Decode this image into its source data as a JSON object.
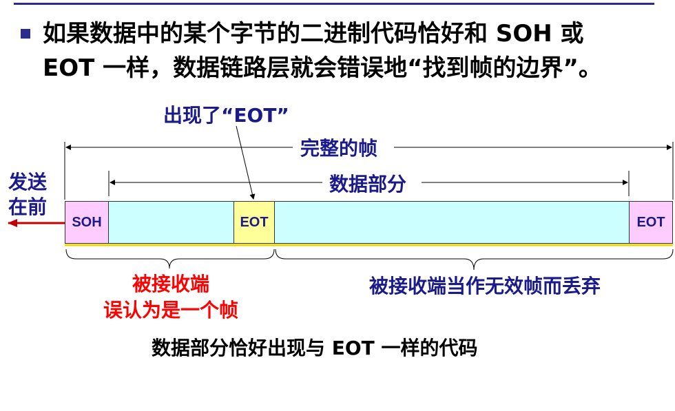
{
  "intro": {
    "line1": "如果数据中的某个字节的二进制代码恰好和 SOH 或",
    "line2": "EOT 一样，数据链路层就会错误地“找到帧的边界”。"
  },
  "diagram": {
    "pointer_label": "出现了“EOT”",
    "full_frame_label": "完整的帧",
    "data_part_label": "数据部分",
    "send_first_line1": "发送",
    "send_first_line2": "在前",
    "soh_label": "SOH",
    "eot_middle_label": "EOT",
    "eot_end_label": "EOT",
    "receiver_line1": "被接收端",
    "receiver_line2": "误认为是一个帧",
    "discard_label": "被接收端当作无效帧而丢弃",
    "caption": "数据部分恰好出现与 EOT 一样的代码"
  },
  "colors": {
    "control_char_fill": "#ffccff",
    "data_fill": "#ccffff",
    "fake_eot_fill": "#ffff99",
    "label_blue": "#1a1a8a",
    "label_red": "#ff0000"
  }
}
